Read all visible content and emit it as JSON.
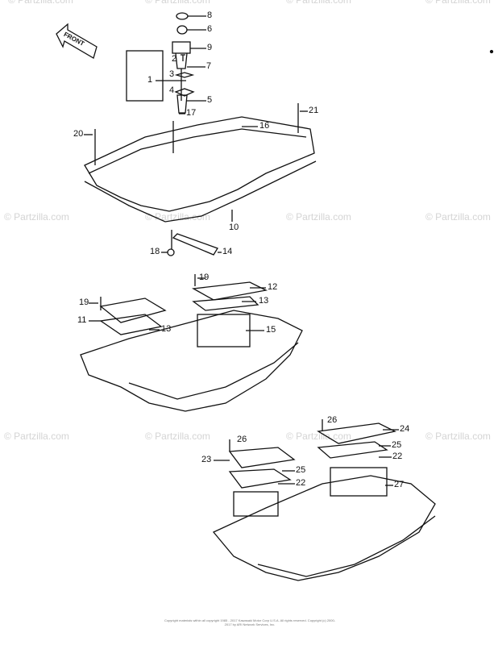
{
  "watermark": "© Partzilla.com",
  "front_label": "FRONT",
  "callouts": {
    "top": [
      "8",
      "6",
      "9",
      "7",
      "5",
      "2",
      "3",
      "4",
      "1",
      "17",
      "16",
      "21",
      "20",
      "10",
      "18",
      "14"
    ],
    "middle": [
      "19",
      "12",
      "13",
      "19",
      "11",
      "13",
      "15"
    ],
    "bottom": [
      "26",
      "24",
      "26",
      "25",
      "22",
      "23",
      "25",
      "22",
      "27"
    ]
  },
  "copyright": "Copyright materials within all copyright 1985 - 2017 Kawasaki Motor Corp U.S.A. All rights reserved. Copyright (c) 2000-2017 by ARI Network Services, Inc."
}
